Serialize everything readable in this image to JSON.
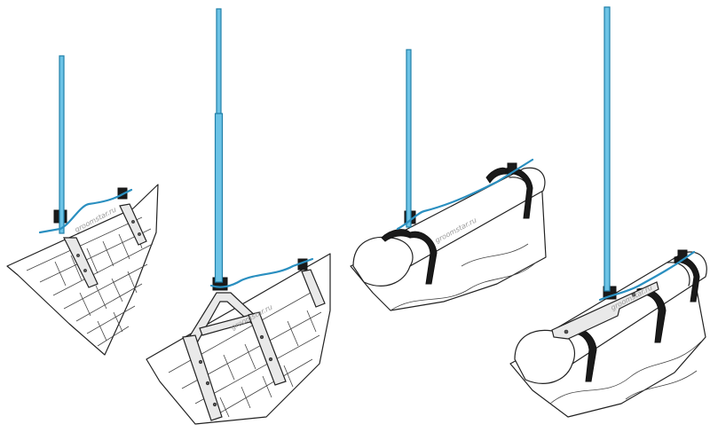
{
  "illustration": {
    "background": "#ffffff",
    "rod_color": "#6cc3e6",
    "cable_color": "#2a8fc0",
    "line_color": "#222222",
    "variants": [
      {
        "roof": "flat-tile roof slope",
        "mount": "single rod on two roof hooks"
      },
      {
        "roof": "flat-tile roof slope",
        "mount": "extended rod on tripod bracket with roof hooks"
      },
      {
        "roof": "ridge tile",
        "mount": "rod clamped to ridge with strap clamps"
      },
      {
        "roof": "ridge tile",
        "mount": "rod on long ridge bracket with strap clamps"
      }
    ],
    "watermarks": [
      "groomstar.ru",
      "groomstar.ru",
      "groomstar.ru",
      "groomstar.ru"
    ]
  }
}
